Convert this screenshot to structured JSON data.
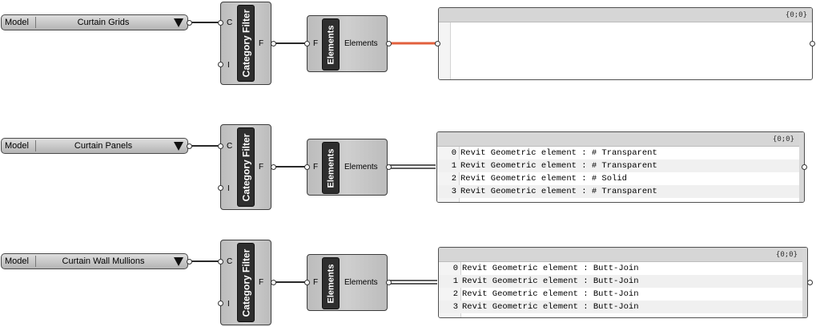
{
  "canvas": {
    "wire_color": "#2a2a2a",
    "selected_wire_color": "#e2603d"
  },
  "groups": [
    {
      "id": "grids",
      "value_list": {
        "label": "Model",
        "value": "Curtain Grids"
      },
      "filter": {
        "name": "Category Filter",
        "input_c": "C",
        "input_i": "I",
        "output": "F"
      },
      "elements": {
        "name": "Elements",
        "input": "F",
        "output": "Elements"
      },
      "panel": {
        "path": "{0;0}",
        "rows": []
      }
    },
    {
      "id": "panels",
      "value_list": {
        "label": "Model",
        "value": "Curtain Panels"
      },
      "filter": {
        "name": "Category Filter",
        "input_c": "C",
        "input_i": "I",
        "output": "F"
      },
      "elements": {
        "name": "Elements",
        "input": "F",
        "output": "Elements"
      },
      "panel": {
        "path": "{0;0}",
        "rows": [
          {
            "index": "0",
            "text": "Revit Geometric element : # Transparent"
          },
          {
            "index": "1",
            "text": "Revit Geometric element : # Transparent"
          },
          {
            "index": "2",
            "text": "Revit Geometric element : # Solid"
          },
          {
            "index": "3",
            "text": "Revit Geometric element : # Transparent"
          }
        ]
      }
    },
    {
      "id": "mullions",
      "value_list": {
        "label": "Model",
        "value": "Curtain Wall Mullions"
      },
      "filter": {
        "name": "Category Filter",
        "input_c": "C",
        "input_i": "I",
        "output": "F"
      },
      "elements": {
        "name": "Elements",
        "input": "F",
        "output": "Elements"
      },
      "panel": {
        "path": "{0;0}",
        "rows": [
          {
            "index": "0",
            "text": "Revit Geometric element : Butt-Join"
          },
          {
            "index": "1",
            "text": "Revit Geometric element : Butt-Join"
          },
          {
            "index": "2",
            "text": "Revit Geometric element : Butt-Join"
          },
          {
            "index": "3",
            "text": "Revit Geometric element : Butt-Join"
          }
        ]
      }
    }
  ]
}
